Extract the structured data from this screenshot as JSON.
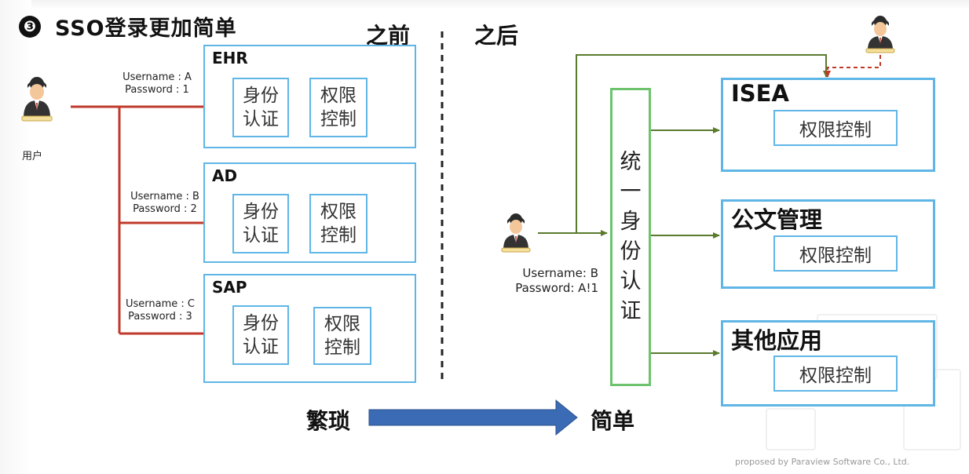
{
  "title": {
    "number": "❸",
    "text": "SSO登录更加简单"
  },
  "before": {
    "label": "之前",
    "user_label": "用户",
    "systems": [
      {
        "name": "EHR",
        "auth": [
          "身份",
          "认证"
        ],
        "perm": [
          "权限",
          "控制"
        ],
        "username": "Username : A",
        "password": "Password : 1"
      },
      {
        "name": "AD",
        "auth": [
          "身份",
          "认证"
        ],
        "perm": [
          "权限",
          "控制"
        ],
        "username": "Username : B",
        "password": "Password : 2"
      },
      {
        "name": "SAP",
        "auth": [
          "身份",
          "认证"
        ],
        "perm": [
          "权限",
          "控制"
        ],
        "username": "Username : C",
        "password": "Password : 3"
      }
    ]
  },
  "after": {
    "label": "之后",
    "unified_auth": [
      "统",
      "一",
      "身",
      "份",
      "认",
      "证"
    ],
    "username": "Username:  B",
    "password": "Password:  A!1",
    "apps": [
      {
        "name": "ISEA",
        "perm": "权限控制"
      },
      {
        "name": "公文管理",
        "perm": "权限控制"
      },
      {
        "name": "其他应用",
        "perm": "权限控制"
      }
    ]
  },
  "bottom": {
    "from": "繁琐",
    "to": "简单"
  },
  "footer": "proposed by Paraview  Software Co., Ltd.",
  "colors": {
    "red_line": "#c0392b",
    "green_line": "#5a7a2e",
    "blue_box": "#5fb6e6",
    "green_box": "#6dc36d",
    "arrow_blue": "#3a6bb4"
  }
}
